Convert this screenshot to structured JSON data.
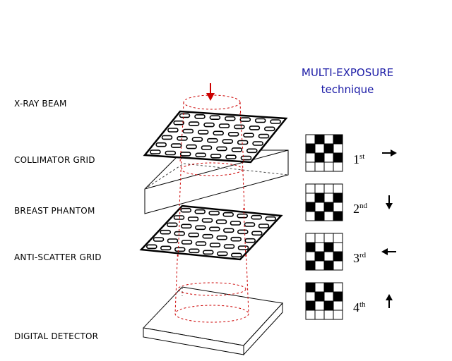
{
  "title": {
    "line1": "MULTI-EXPOSURE",
    "line2": "technique"
  },
  "labels": {
    "beam": "X-RAY BEAM",
    "collimator": "COLLIMATOR GRID",
    "phantom": "BREAST PHANTOM",
    "antiscatter": "ANTI-SCATTER GRID",
    "detector": "DIGITAL DETECTOR"
  },
  "exposures": [
    {
      "num": "1",
      "sup": "st",
      "direction": "right",
      "pattern": [
        [
          0,
          1,
          0,
          1
        ],
        [
          1,
          0,
          1,
          0
        ],
        [
          0,
          1,
          0,
          1
        ],
        [
          0,
          0,
          0,
          0
        ]
      ]
    },
    {
      "num": "2",
      "sup": "nd",
      "direction": "down",
      "pattern": [
        [
          0,
          0,
          0,
          0
        ],
        [
          0,
          1,
          0,
          1
        ],
        [
          1,
          0,
          1,
          0
        ],
        [
          0,
          1,
          0,
          1
        ]
      ]
    },
    {
      "num": "3",
      "sup": "rd",
      "direction": "left",
      "pattern": [
        [
          0,
          0,
          0,
          0
        ],
        [
          1,
          0,
          1,
          0
        ],
        [
          0,
          1,
          0,
          1
        ],
        [
          1,
          0,
          1,
          0
        ]
      ]
    },
    {
      "num": "4",
      "sup": "th",
      "direction": "up",
      "pattern": [
        [
          1,
          0,
          1,
          0
        ],
        [
          0,
          1,
          0,
          1
        ],
        [
          1,
          0,
          1,
          0
        ],
        [
          0,
          0,
          0,
          0
        ]
      ]
    }
  ],
  "colors": {
    "title": "#1a1aa6",
    "beam": "#cc0000",
    "ink": "#000000"
  }
}
